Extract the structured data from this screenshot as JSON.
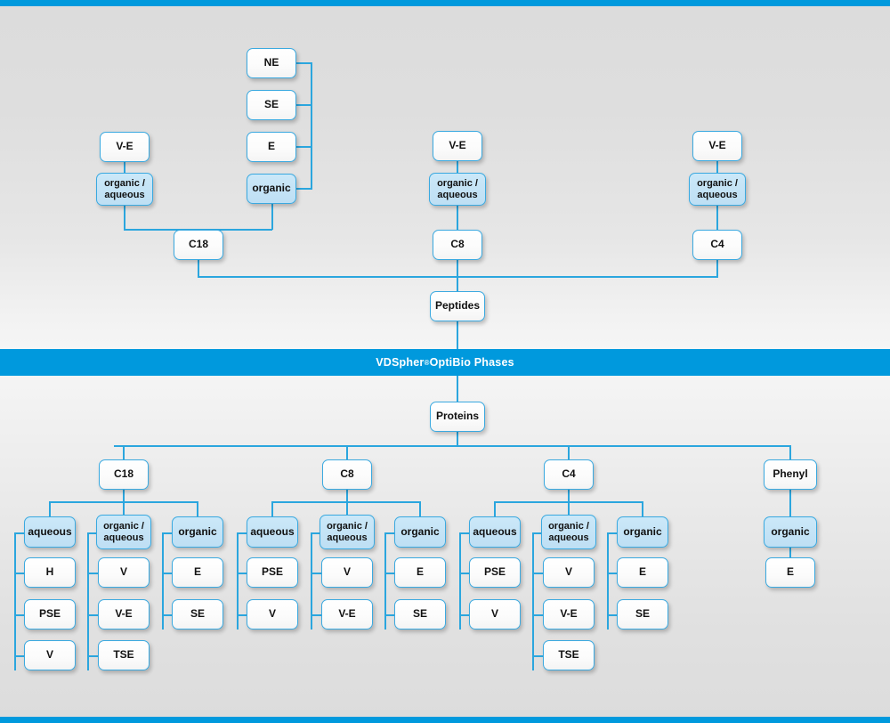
{
  "meta": {
    "title": "VDSpher OptiBio Phases selection chart",
    "accent_color": "#0099dd",
    "line_color": "#2ba6de",
    "node_blue_fill": "#c3e3f6",
    "node_white_fill": "#ffffff",
    "background_gray": "#e0e0e0"
  },
  "banner": {
    "brand": "VDSpher",
    "registered": "®",
    "product": " OptiBio Phases"
  },
  "peptides": {
    "root_label": "Peptides",
    "columns": [
      {
        "sorbent": "C18",
        "solvents": [
          {
            "label": "organic /\naqueous",
            "highlight": true,
            "children": [
              {
                "label": "V-E"
              }
            ]
          },
          {
            "label": "organic",
            "highlight": true,
            "children": [
              {
                "label": "NE"
              },
              {
                "label": "SE"
              },
              {
                "label": "E"
              }
            ]
          }
        ]
      },
      {
        "sorbent": "C8",
        "solvents": [
          {
            "label": "organic /\naqueous",
            "highlight": true,
            "children": [
              {
                "label": "V-E"
              }
            ]
          }
        ]
      },
      {
        "sorbent": "C4",
        "solvents": [
          {
            "label": "organic /\naqueous",
            "highlight": true,
            "children": [
              {
                "label": "V-E"
              }
            ]
          }
        ]
      }
    ]
  },
  "proteins": {
    "root_label": "Proteins",
    "columns": [
      {
        "sorbent": "C18",
        "solvents": [
          {
            "label": "aqueous",
            "highlight": true,
            "children": [
              "H",
              "PSE",
              "V"
            ]
          },
          {
            "label": "organic /\naqueous",
            "highlight": true,
            "children": [
              "V",
              "V-E",
              "TSE"
            ]
          },
          {
            "label": "organic",
            "highlight": true,
            "children": [
              "E",
              "SE"
            ]
          }
        ]
      },
      {
        "sorbent": "C8",
        "solvents": [
          {
            "label": "aqueous",
            "highlight": true,
            "children": [
              "PSE",
              "V"
            ]
          },
          {
            "label": "organic /\naqueous",
            "highlight": true,
            "children": [
              "V",
              "V-E"
            ]
          },
          {
            "label": "organic",
            "highlight": true,
            "children": [
              "E",
              "SE"
            ]
          }
        ]
      },
      {
        "sorbent": "C4",
        "solvents": [
          {
            "label": "aqueous",
            "highlight": true,
            "children": [
              "PSE",
              "V"
            ]
          },
          {
            "label": "organic /\naqueous",
            "highlight": true,
            "children": [
              "V",
              "V-E",
              "TSE"
            ]
          },
          {
            "label": "organic",
            "highlight": true,
            "children": [
              "E",
              "SE"
            ]
          }
        ]
      },
      {
        "sorbent": "Phenyl",
        "solvents": [
          {
            "label": "organic",
            "highlight": true,
            "children": [
              "E"
            ]
          }
        ]
      }
    ]
  },
  "nodes": {
    "top_ne": "NE",
    "top_se": "SE",
    "top_e": "E",
    "top_organic": "organic",
    "c18_ve": "V-E",
    "c18_orgaq": "organic /\naqueous",
    "c18": "C18",
    "c8_ve": "V-E",
    "c8_orgaq": "organic /\naqueous",
    "c8": "C8",
    "c4_ve": "V-E",
    "c4_orgaq": "organic /\naqueous",
    "c4": "C4",
    "peptides": "Peptides",
    "proteins": "Proteins",
    "p_c18": "C18",
    "p_c8": "C8",
    "p_c4": "C4",
    "p_phenyl": "Phenyl",
    "aqueous": "aqueous",
    "orgaq": "organic /\naqueous",
    "organic": "organic",
    "H": "H",
    "PSE": "PSE",
    "V": "V",
    "VE": "V-E",
    "TSE": "TSE",
    "E": "E",
    "SE": "SE"
  }
}
